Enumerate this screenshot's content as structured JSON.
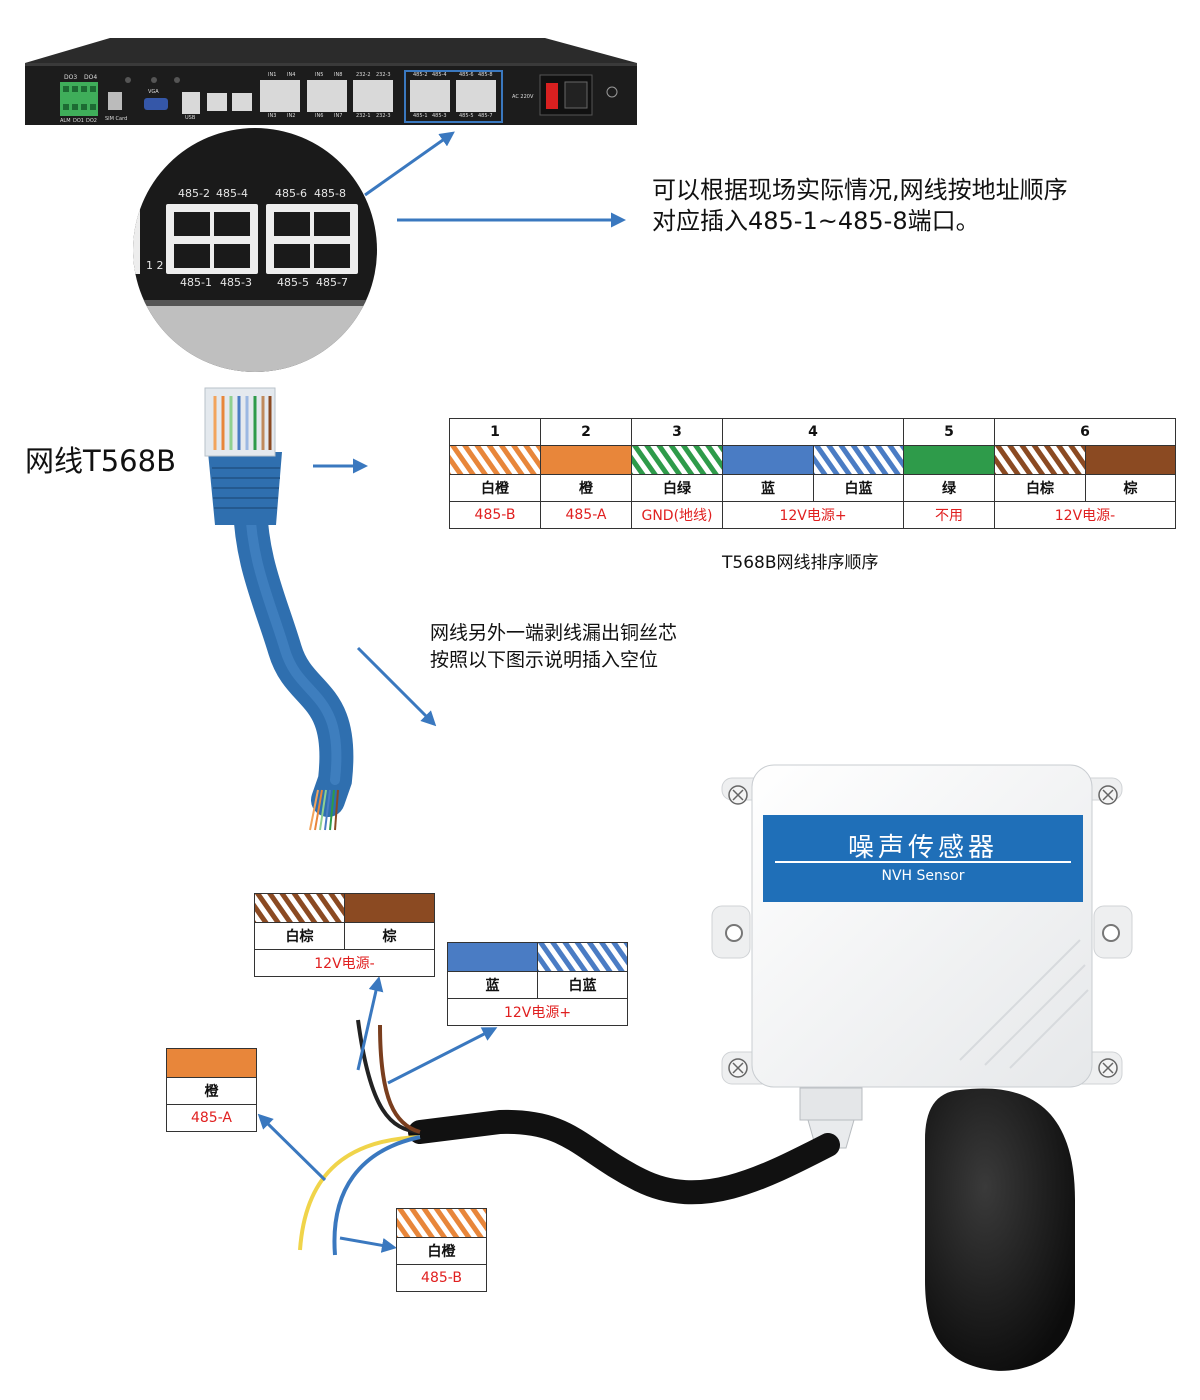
{
  "colors": {
    "orange": "#e8863a",
    "green": "#2e9b4a",
    "blue": "#4a7cc4",
    "brown": "#8b4a22",
    "label_red": "#e02020",
    "arrow_blue": "#3a78bf",
    "device_header_blue": "#1f6fb8"
  },
  "instruction_top": {
    "line1": "可以根据现场实际情况,网线按地址顺序",
    "line2": "对应插入485-1~485-8端口。"
  },
  "port_zoom": {
    "top_labels": [
      "485-2",
      "485-4",
      "485-6",
      "485-8"
    ],
    "bottom_labels": [
      "485-1",
      "485-3",
      "485-5",
      "485-7"
    ],
    "side_label": "1 2"
  },
  "rack_panel": {
    "labels": [
      "DO3",
      "DO4",
      "ALM",
      "DO1",
      "DO2",
      "SIM Card",
      "VGA",
      "USB",
      "IN1",
      "IN4",
      "IN5",
      "IN8",
      "232-2",
      "232-3",
      "485-2",
      "485-4",
      "485-6",
      "485-8",
      "IN3",
      "IN2",
      "IN6",
      "IN7",
      "232-1",
      "232-3",
      "485-1",
      "485-3",
      "485-5",
      "485-7",
      "AC 220V"
    ]
  },
  "cable": {
    "label": "网线T568B"
  },
  "t568b_table": {
    "caption": "T568B网线排序顺序",
    "columns": [
      {
        "num": "1",
        "colors": [
          "white-orange"
        ],
        "names": [
          "白橙"
        ],
        "function": "485-B"
      },
      {
        "num": "2",
        "colors": [
          "orange"
        ],
        "names": [
          "橙"
        ],
        "function": "485-A"
      },
      {
        "num": "3",
        "colors": [
          "white-green"
        ],
        "names": [
          "白绿"
        ],
        "function": "GND(地线)"
      },
      {
        "num": "4",
        "colors": [
          "blue",
          "white-blue"
        ],
        "names": [
          "蓝",
          "白蓝"
        ],
        "function": "12V电源+"
      },
      {
        "num": "5",
        "colors": [
          "green"
        ],
        "names": [
          "绿"
        ],
        "function": "不用"
      },
      {
        "num": "6",
        "colors": [
          "white-brown",
          "brown"
        ],
        "names": [
          "白棕",
          "棕"
        ],
        "function": "12V电源-"
      }
    ]
  },
  "instruction_middle": {
    "line1": "网线另外一端剥线漏出铜丝芯",
    "line2": "按照以下图示说明插入空位"
  },
  "device": {
    "title": "噪声传感器",
    "subtitle": "NVH Sensor"
  },
  "wire_labels": {
    "brown_pair": {
      "names": [
        "白棕",
        "棕"
      ],
      "function": "12V电源-"
    },
    "blue_pair": {
      "names": [
        "蓝",
        "白蓝"
      ],
      "function": "12V电源+"
    },
    "orange": {
      "names": [
        "橙"
      ],
      "function": "485-A"
    },
    "white_orange": {
      "names": [
        "白橙"
      ],
      "function": "485-B"
    }
  }
}
